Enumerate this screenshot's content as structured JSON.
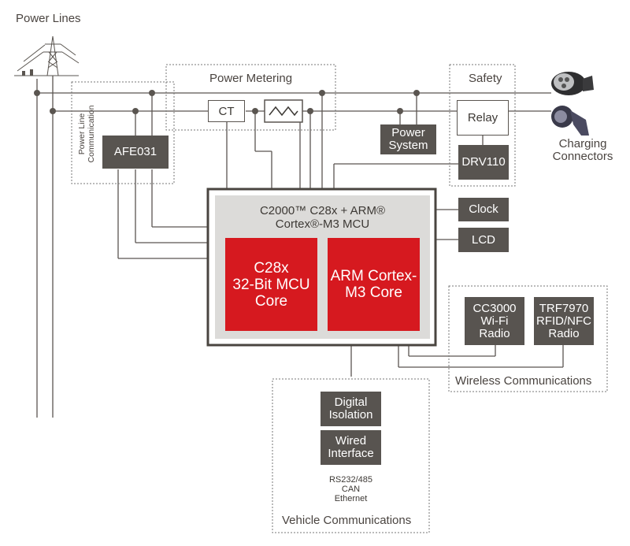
{
  "labels": {
    "power_lines": "Power Lines",
    "power_metering": "Power Metering",
    "safety": "Safety",
    "plc_line1": "Power Line",
    "plc_line2": "Communication",
    "charging_line1": "Charging",
    "charging_line2": "Connectors",
    "wireless": "Wireless Communications",
    "vehicle": "Vehicle Communications"
  },
  "blocks": {
    "ct": "CT",
    "afe": "AFE031",
    "power_system_l1": "Power",
    "power_system_l2": "System",
    "relay": "Relay",
    "drv": "DRV110",
    "clock": "Clock",
    "lcd": "LCD",
    "cc3000_l1": "CC3000",
    "cc3000_l2": "Wi-Fi",
    "cc3000_l3": "Radio",
    "trf_l1": "TRF7970",
    "trf_l2": "RFID/NFC",
    "trf_l3": "Radio",
    "digital_l1": "Digital",
    "digital_l2": "Isolation",
    "wired_l1": "Wired",
    "wired_l2": "Interface"
  },
  "mcu": {
    "title_l1": "C2000™ C28x + ARM®",
    "title_l2": "Cortex®-M3 MCU",
    "core1_l1": "C28x",
    "core1_l2": "32-Bit MCU",
    "core1_l3": "Core",
    "core2_l1": "ARM Cortex-",
    "core2_l2": "M3 Core"
  },
  "wired_protocols": {
    "l1": "RS232/485",
    "l2": "CAN",
    "l3": "Ethernet"
  },
  "colors": {
    "accent_red": "#d6191f",
    "dark_block": "#585450",
    "wire": "#5a5550"
  }
}
